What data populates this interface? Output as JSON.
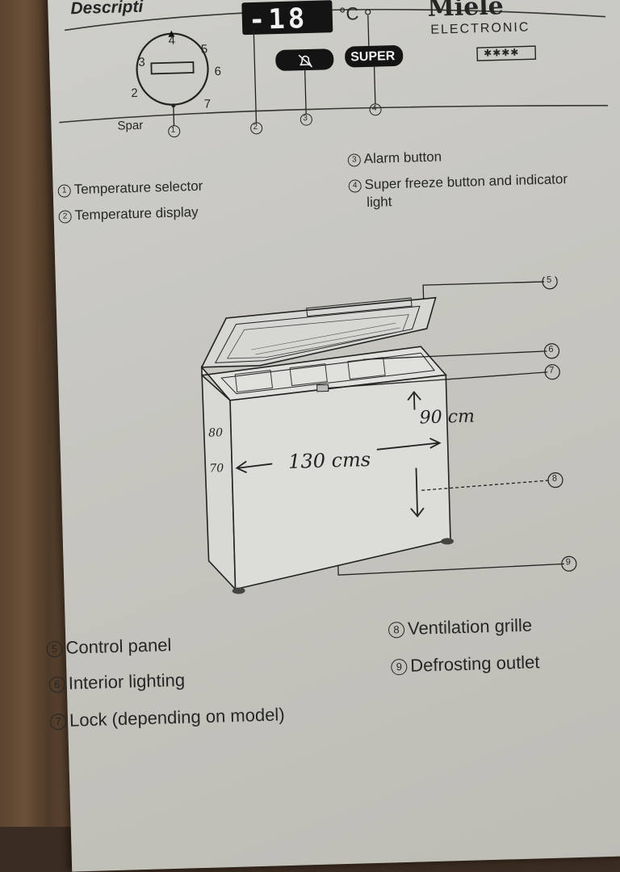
{
  "header": {
    "section_title": "Descripti"
  },
  "control_panel": {
    "dial_numbers": [
      "2",
      "3",
      "4",
      "5",
      "6",
      "7"
    ],
    "dial_spar_label": "Spar",
    "display_value": "-18",
    "unit_label": "°C",
    "alarm_button_icon": "alarm-bell-crossed-icon",
    "super_button_label": "SUPER",
    "star_rating_label": "✱✱✱✱",
    "brand": {
      "name": "Miele",
      "subtitle": "ELECTRONIC"
    },
    "callout_numbers": [
      "1",
      "2",
      "3",
      "4"
    ]
  },
  "legend_top": [
    {
      "num": "1",
      "text": "Temperature selector"
    },
    {
      "num": "2",
      "text": "Temperature display"
    },
    {
      "num": "3",
      "text": "Alarm button"
    },
    {
      "num": "4",
      "text": "Super freeze button and indicator",
      "text2": "light"
    }
  ],
  "freezer_callouts": [
    "5",
    "6",
    "7",
    "8",
    "9"
  ],
  "handwritten": {
    "width": "130 cms",
    "height": "90 cm",
    "depth_top": "80",
    "depth_side": "70"
  },
  "legend_bottom_left": [
    {
      "num": "5",
      "text": "Control panel"
    },
    {
      "num": "6",
      "text": "Interior lighting"
    },
    {
      "num": "7",
      "text": "Lock (depending on model)"
    }
  ],
  "legend_bottom_right": [
    {
      "num": "8",
      "text": "Ventilation grille"
    },
    {
      "num": "9",
      "text": "Defrosting outlet"
    }
  ]
}
